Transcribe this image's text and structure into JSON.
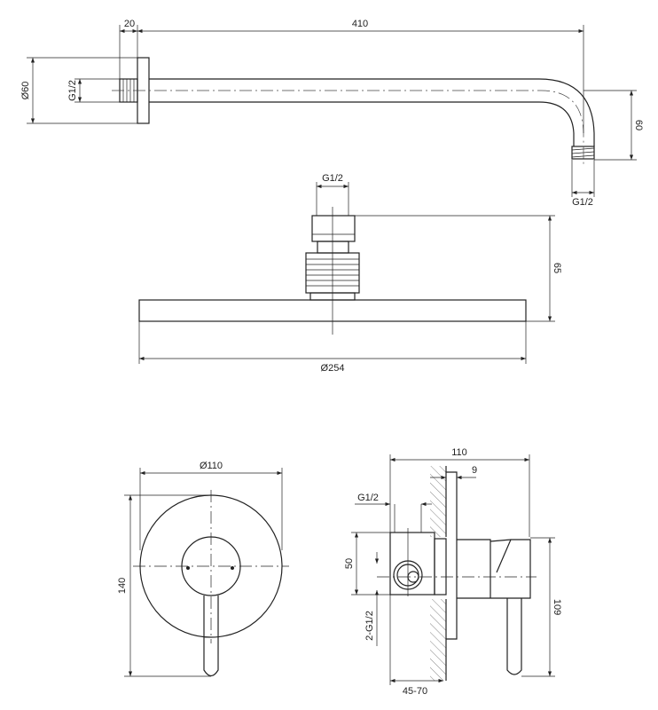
{
  "arm": {
    "len": "410",
    "flange": "20",
    "dia": "Ø60",
    "thread_in": "G1/2",
    "drop": "60",
    "thread_out": "G1/2"
  },
  "head": {
    "thread": "G1/2",
    "height": "65",
    "dia": "Ø254"
  },
  "front": {
    "dia": "Ø110",
    "height": "140"
  },
  "side": {
    "depth": "110",
    "plate": "9",
    "thread_top": "G1/2",
    "inlet_spacing": "50",
    "inlets": "2-G1/2",
    "total_height": "109",
    "install_depth": "45-70"
  }
}
